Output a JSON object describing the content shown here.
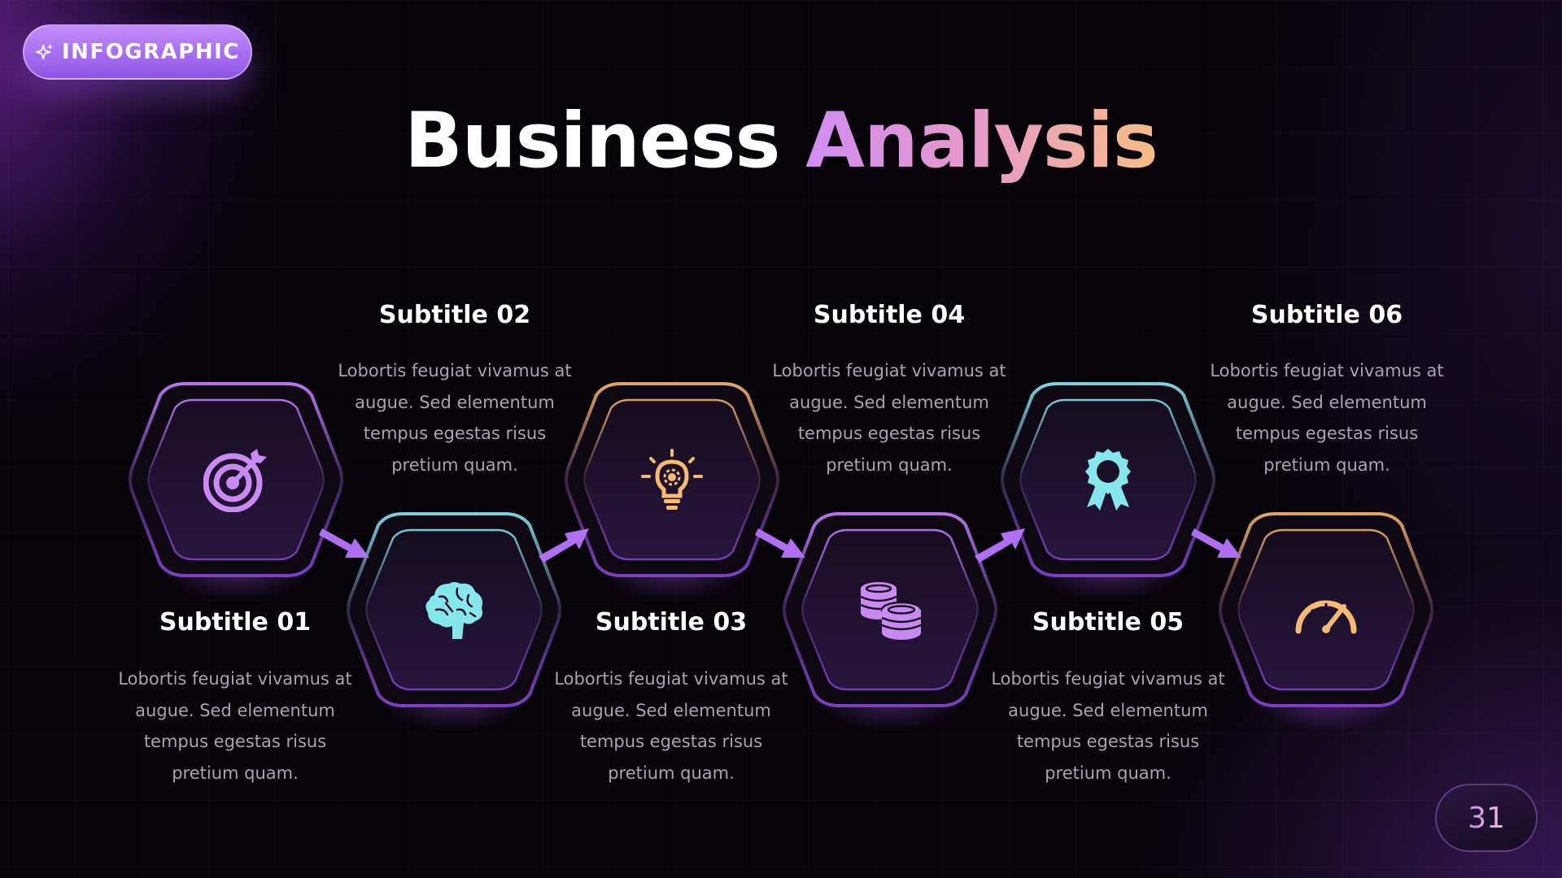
{
  "badge": {
    "label": "INFOGRAPHIC",
    "icon": "sparkle-icon"
  },
  "title": {
    "main": "Business ",
    "accent": "Analysis"
  },
  "items": [
    {
      "title": "Subtitle 01",
      "desc": "Lobortis feugiat vivamus at augue. Sed elementum tempus egestas  risus pretium quam.",
      "icon": "target-icon",
      "color": "#c98af2"
    },
    {
      "title": "Subtitle 02",
      "desc": "Lobortis feugiat vivamus at augue. Sed elementum tempus egestas  risus pretium quam.",
      "icon": "brain-icon",
      "color": "#86e6ee"
    },
    {
      "title": "Subtitle 03",
      "desc": "Lobortis feugiat vivamus at augue. Sed elementum tempus egestas  risus pretium quam.",
      "icon": "lightbulb-icon",
      "color": "#f6bb72"
    },
    {
      "title": "Subtitle 04",
      "desc": "Lobortis feugiat vivamus at augue. Sed elementum tempus egestas  risus pretium quam.",
      "icon": "coins-icon",
      "color": "#c98af2"
    },
    {
      "title": "Subtitle 05",
      "desc": "Lobortis feugiat vivamus at augue. Sed elementum tempus egestas  risus pretium quam.",
      "icon": "award-ribbon-icon",
      "color": "#86e6ee"
    },
    {
      "title": "Subtitle 06",
      "desc": "Lobortis feugiat vivamus at augue. Sed elementum tempus egestas  risus pretium quam.",
      "icon": "speedometer-icon",
      "color": "#f6bb72"
    }
  ],
  "colors": {
    "arrow": "#b06ef4",
    "accent_purple": "#c98af2",
    "accent_cyan": "#86e6ee",
    "accent_orange": "#f6bb72"
  },
  "page_number": "31"
}
